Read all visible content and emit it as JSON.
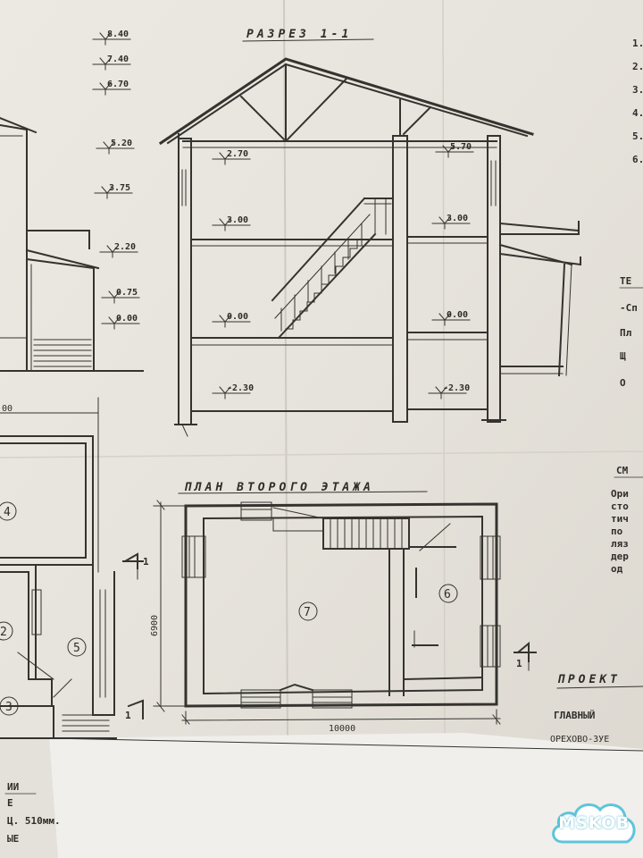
{
  "section": {
    "title": "РАЗРЕЗ 1-1",
    "elevations_left": [
      "8.40",
      "7.40",
      "6.70",
      "5.20",
      "3.75",
      "2.20",
      "0.75",
      "0.00"
    ],
    "elevations_section": {
      "roof_left": "2.70",
      "roof_right": "5.70",
      "floor2_left": "3.00",
      "floor2_right": "3.00",
      "ground_left": "0.00",
      "ground_right": "0.00",
      "basement_left": "-2.30",
      "basement_right": "-2.30"
    }
  },
  "plan": {
    "title": "ПЛАН ВТОРОГО ЭТАЖА",
    "dim_width": "10000",
    "dim_height": "6900",
    "rooms": [
      "7",
      "6"
    ],
    "section_marks": [
      "1",
      "1",
      "1"
    ],
    "left_rooms": [
      "4",
      "2",
      "5",
      "3"
    ],
    "left_dim": "00"
  },
  "right_notes": {
    "line_numbers": [
      "1.",
      "2.",
      "3.",
      "4.",
      "5.",
      "6."
    ],
    "te_lines": [
      "ТЕ",
      "-Сп",
      "Пл",
      "Щ",
      "О"
    ],
    "sm_title": "СМ",
    "sm_lines": [
      "Ори",
      "сто",
      "тич",
      "по",
      "ляз",
      "дер",
      "од"
    ],
    "proekt": "ПРОЕКТ",
    "glavny": "ГЛАВНЫЙ",
    "city": "ОРЕХОВО-ЗУЕ"
  },
  "bottom_notes": [
    "ИИ",
    "Е",
    "Ц. 510мм.",
    "ЫЕ"
  ],
  "watermark": {
    "text": "MSKOB",
    "color": "#5ec4dc"
  }
}
